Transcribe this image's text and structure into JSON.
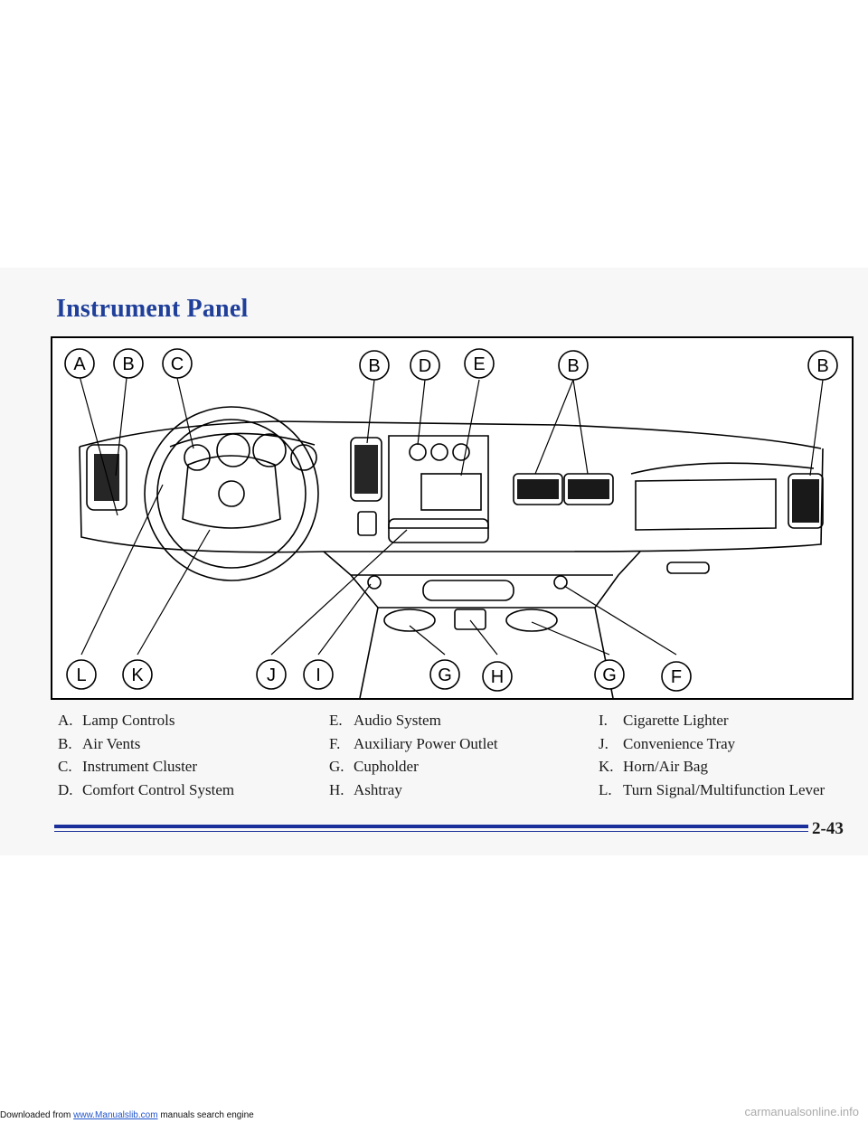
{
  "page": {
    "title": "Instrument Panel",
    "page_number": "2-43"
  },
  "figure": {
    "callouts_top": [
      "A",
      "B",
      "C",
      "B",
      "D",
      "E",
      "B",
      "B"
    ],
    "callouts_bottom": [
      "L",
      "K",
      "J",
      "I",
      "G",
      "H",
      "G",
      "F"
    ]
  },
  "legend": {
    "column1": [
      {
        "letter": "A.",
        "text": "Lamp Controls"
      },
      {
        "letter": "B.",
        "text": "Air Vents"
      },
      {
        "letter": "C.",
        "text": "Instrument Cluster"
      },
      {
        "letter": "D.",
        "text": "Comfort Control System"
      }
    ],
    "column2": [
      {
        "letter": "E.",
        "text": "Audio System"
      },
      {
        "letter": "F.",
        "text": "Auxiliary Power Outlet"
      },
      {
        "letter": "G.",
        "text": "Cupholder"
      },
      {
        "letter": "H.",
        "text": "Ashtray"
      }
    ],
    "column3": [
      {
        "letter": "I.",
        "text": "Cigarette Lighter"
      },
      {
        "letter": "J.",
        "text": "Convenience Tray"
      },
      {
        "letter": "K.",
        "text": "Horn/Air Bag"
      },
      {
        "letter": "L.",
        "text": "Turn Signal/Multifunction Lever"
      }
    ]
  },
  "footer": {
    "prefix": "Downloaded from",
    "link_text": "www.Manualslib.com",
    "suffix": "manuals search engine",
    "watermark": "carmanualsonline.info"
  },
  "colors": {
    "title": "#1f3f9a",
    "rule": "#1b2f9a"
  }
}
